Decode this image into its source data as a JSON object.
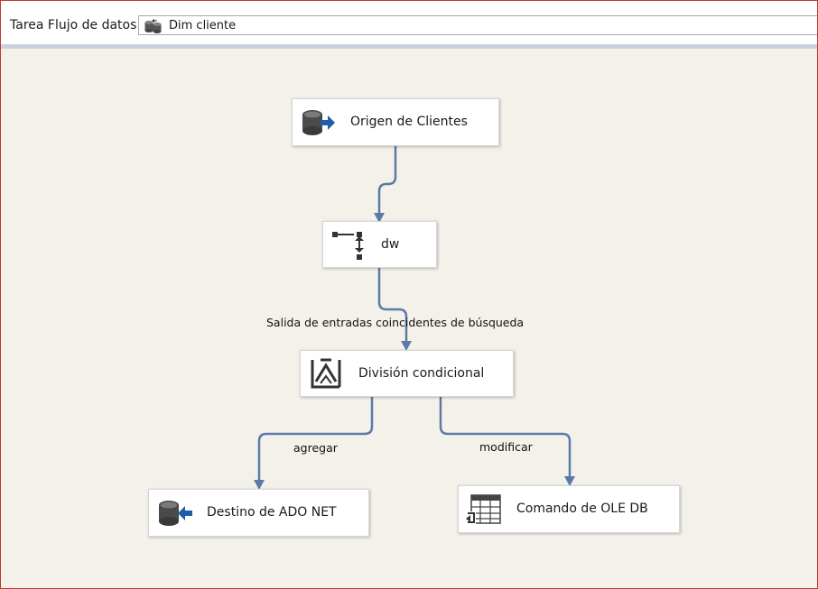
{
  "toolbar": {
    "task_label": "Tarea Flujo de datos:",
    "task_value": "Dim cliente",
    "task_icon": "data-flow-task-icon"
  },
  "canvas": {
    "background": "#f4f1ea",
    "connector_color": "#5b7aa8",
    "nodes": {
      "origen": {
        "label": "Origen de Clientes",
        "icon": "ado-net-source-icon"
      },
      "dw": {
        "label": "dw",
        "icon": "lookup-icon"
      },
      "division": {
        "label": "División condicional",
        "icon": "conditional-split-icon"
      },
      "destino": {
        "label": "Destino de ADO NET",
        "icon": "ado-net-destination-icon"
      },
      "comando": {
        "label": "Comando de OLE DB",
        "icon": "ole-db-command-icon"
      }
    },
    "paths": {
      "lookup_match": "Salida de entradas coincidentes de búsqueda",
      "agregar": "agregar",
      "modificar": "modificar"
    }
  }
}
